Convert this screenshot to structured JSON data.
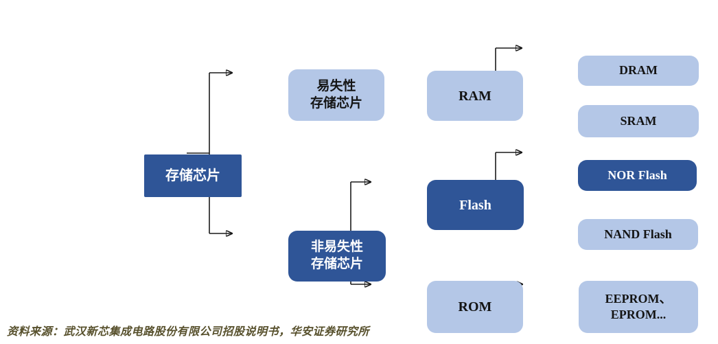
{
  "diagram": {
    "title_hint": "memory chip classification tree",
    "nodes": {
      "root": {
        "label": "存储芯片"
      },
      "volatile": {
        "label": "易失性\n存储芯片"
      },
      "nonvolatile": {
        "label": "非易失性\n存储芯片"
      },
      "ram": {
        "label": "RAM"
      },
      "flash": {
        "label": "Flash"
      },
      "rom": {
        "label": "ROM"
      },
      "dram": {
        "label": "DRAM"
      },
      "sram": {
        "label": "SRAM"
      },
      "nor_flash": {
        "label": "NOR Flash"
      },
      "nand_flash": {
        "label": "NAND Flash"
      },
      "eeprom": {
        "label": "EEPROM、\nEPROM..."
      }
    },
    "edges": [
      "存储芯片 -> 易失性存储芯片",
      "存储芯片 -> 非易失性存储芯片",
      "易失性存储芯片 -> RAM",
      "RAM -> DRAM",
      "RAM -> SRAM",
      "非易失性存储芯片 -> Flash",
      "非易失性存储芯片 -> ROM",
      "Flash -> NOR Flash",
      "Flash -> NAND Flash",
      "ROM -> EEPROM、EPROM..."
    ],
    "colors": {
      "dark_blue": "#2F5597",
      "light_blue": "#B4C7E7",
      "line": "#1a1a1a",
      "text_on_dark": "#ffffff",
      "text_on_light": "#141414"
    }
  },
  "footer": {
    "source_text": "资料来源：武汉新芯集成电路股份有限公司招股说明书，华安证券研究所",
    "color": "#57502c"
  }
}
